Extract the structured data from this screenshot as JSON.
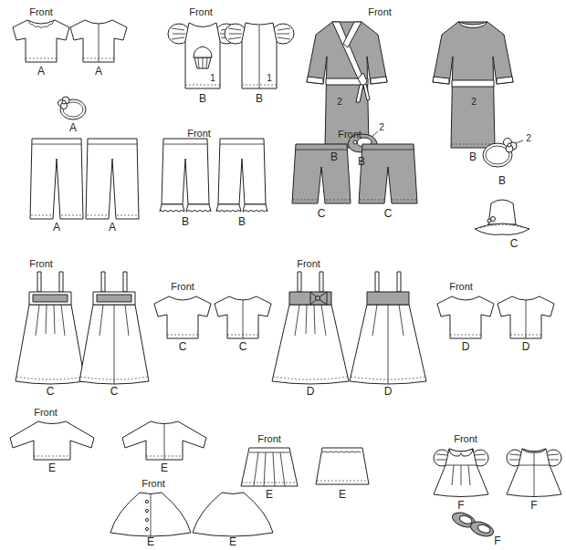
{
  "diagram": {
    "labels": [
      "Front",
      "A",
      "A",
      "A",
      "Front",
      "1",
      "B",
      "1",
      "B",
      "Front",
      "2",
      "2",
      "2",
      "B",
      "B",
      "B",
      "A",
      "A",
      "Front",
      "B",
      "B",
      "Front",
      "C",
      "C",
      "2",
      "B",
      "C",
      "Front",
      "C",
      "C",
      "Front",
      "C",
      "C",
      "Front",
      "D",
      "D",
      "Front",
      "D",
      "D",
      "Front",
      "E",
      "E",
      "Front",
      "E",
      "E",
      "Front",
      "F",
      "F",
      "Front",
      "E",
      "E",
      "F"
    ]
  }
}
